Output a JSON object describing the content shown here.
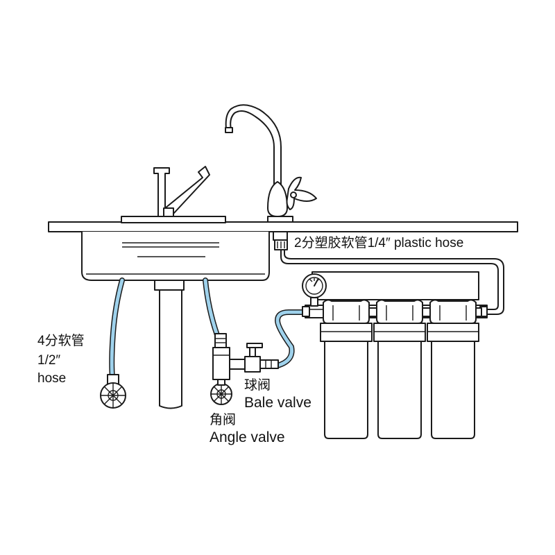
{
  "labels": {
    "hose_quarter": "2分塑胶软管1/4″ plastic hose",
    "hose_half_cn": "4分软管",
    "hose_half_size": "1/2″",
    "hose_half_en": "hose",
    "ball_valve_cn": "球阀",
    "ball_valve_en": "Bale valve",
    "angle_valve_cn": "角阀",
    "angle_valve_en": "Angle valve"
  },
  "colors": {
    "line": "#1a1a1a",
    "hose_blue": "#9fd2ec",
    "text": "#111111",
    "background": "#ffffff"
  }
}
